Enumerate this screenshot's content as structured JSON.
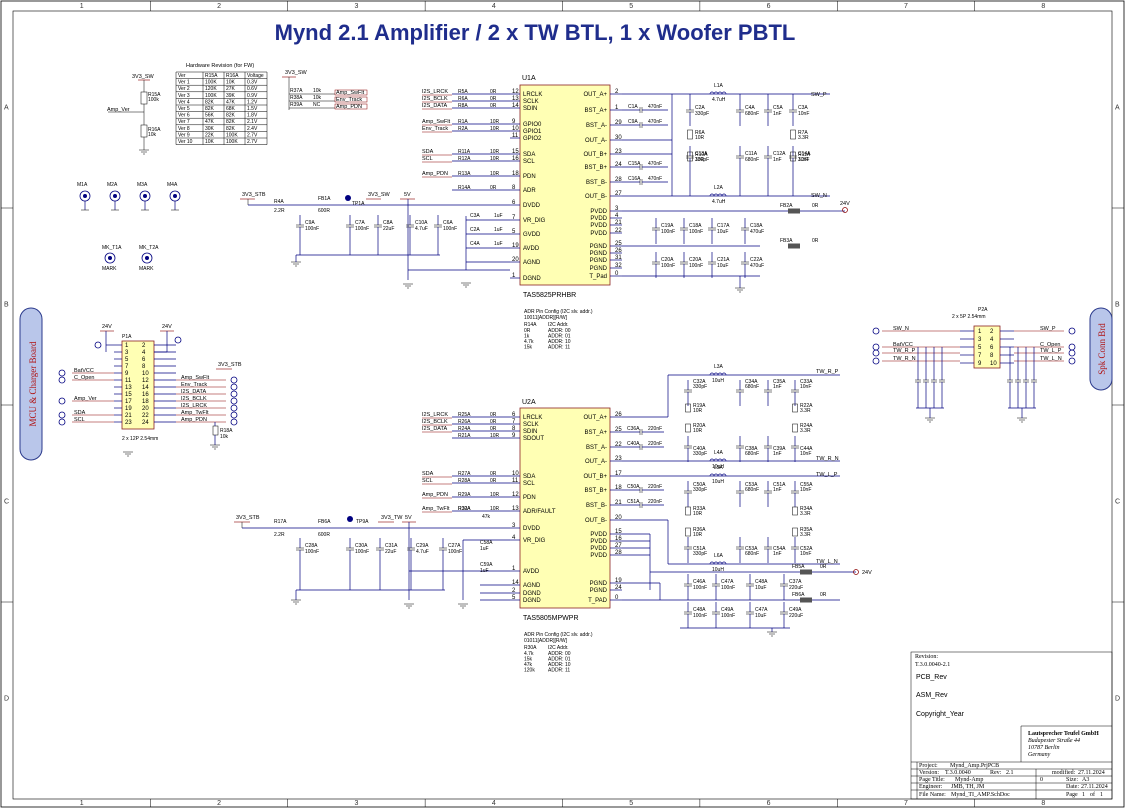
{
  "title": "Mynd 2.1 Amplifier / 2 x TW BTL, 1 x Woofer PBTL",
  "frame": {
    "cols": [
      "1",
      "2",
      "3",
      "4",
      "5",
      "6",
      "7",
      "8"
    ],
    "rows": [
      "A",
      "B",
      "C",
      "D"
    ]
  },
  "hw_table": {
    "caption": "Hardware Revision (for FW)",
    "headers": [
      "Ver",
      "R15A",
      "R16A",
      "Voltage"
    ],
    "rows": [
      [
        "Ver 1",
        "100K",
        "10K",
        "0.3V"
      ],
      [
        "Ver 2",
        "120K",
        "27K",
        "0.6V"
      ],
      [
        "Ver 3",
        "100K",
        "39K",
        "0.9V"
      ],
      [
        "Ver 4",
        "82K",
        "47K",
        "1.2V"
      ],
      [
        "Ver 5",
        "82K",
        "68K",
        "1.5V"
      ],
      [
        "Ver 6",
        "56K",
        "82K",
        "1.8V"
      ],
      [
        "Ver 7",
        "47K",
        "82K",
        "2.1V"
      ],
      [
        "Ver 8",
        "30K",
        "82K",
        "2.4V"
      ],
      [
        "Ver 9",
        "22K",
        "100K",
        "2.7V"
      ],
      [
        "Ver 10",
        "10K",
        "100K",
        "2.7V"
      ]
    ]
  },
  "upper_ic": {
    "ref": "U1A",
    "part": "TAS5825PRHBR",
    "left_pins": [
      {
        "num": "12",
        "name": "LRCLK"
      },
      {
        "num": "13",
        "name": "SCLK"
      },
      {
        "num": "14",
        "name": "SDIN"
      },
      {
        "num": "9",
        "name": "GPIO0"
      },
      {
        "num": "10",
        "name": "GPIO1"
      },
      {
        "num": "11",
        "name": "GPIO2"
      },
      {
        "num": "15",
        "name": "SDA"
      },
      {
        "num": "16",
        "name": "SCL"
      },
      {
        "num": "18",
        "name": "PDN"
      },
      {
        "num": "8",
        "name": "ADR"
      },
      {
        "num": "6",
        "name": "DVDD"
      },
      {
        "num": "7",
        "name": "VR_DIG"
      },
      {
        "num": "5",
        "name": "GVDD"
      },
      {
        "num": "19",
        "name": "AVDD"
      },
      {
        "num": "20",
        "name": "AGND"
      },
      {
        "num": "1",
        "name": "DGND"
      }
    ],
    "right_pins": [
      {
        "num": "2",
        "name": "OUT_A+"
      },
      {
        "num": "1",
        "name": "BST_A+"
      },
      {
        "num": "29",
        "name": "BST_A-"
      },
      {
        "num": "30",
        "name": "OUT_A-"
      },
      {
        "num": "23",
        "name": "OUT_B+"
      },
      {
        "num": "24",
        "name": "BST_B+"
      },
      {
        "num": "28",
        "name": "BST_B-"
      },
      {
        "num": "27",
        "name": "OUT_B-"
      },
      {
        "num": "3",
        "name": "PVDD"
      },
      {
        "num": "4",
        "name": "PVDD"
      },
      {
        "num": "21",
        "name": "PVDD"
      },
      {
        "num": "22",
        "name": "PVDD"
      },
      {
        "num": "25",
        "name": "PGND"
      },
      {
        "num": "26",
        "name": "PGND"
      },
      {
        "num": "31",
        "name": "PGND"
      },
      {
        "num": "32",
        "name": "PGND"
      },
      {
        "num": "0",
        "name": "T_Pad"
      }
    ],
    "left_nets": [
      "I2S_LRCK",
      "I2S_BCLK",
      "I2S_DATA",
      "Amp_SwFlt",
      "Env_Track",
      "SDA",
      "SCL",
      "Amp_PDN"
    ],
    "adr_note": {
      "title": "ADR Pin Config (I2C slv. addr.)",
      "bits": "10011[ADDR][R/W]",
      "header": [
        "R14A",
        "I2C Addr."
      ],
      "rows": [
        [
          "0R",
          "ADDR: 00"
        ],
        [
          "1k",
          "ADDR: 01"
        ],
        [
          "4.7k",
          "ADDR: 10"
        ],
        [
          "15k",
          "ADDR: 11"
        ]
      ]
    }
  },
  "lower_ic": {
    "ref": "U2A",
    "part": "TAS5805MPWPR",
    "left_pins": [
      {
        "num": "6",
        "name": "LRCLK"
      },
      {
        "num": "7",
        "name": "SCLK"
      },
      {
        "num": "8",
        "name": "SDIN"
      },
      {
        "num": "9",
        "name": "SDOUT"
      },
      {
        "num": "10",
        "name": "SDA"
      },
      {
        "num": "11",
        "name": "SCL"
      },
      {
        "num": "12",
        "name": "PDN"
      },
      {
        "num": "13",
        "name": "ADR/FAULT"
      },
      {
        "num": "3",
        "name": "DVDD"
      },
      {
        "num": "4",
        "name": "VR_DIG"
      },
      {
        "num": "1",
        "name": "AVDD"
      },
      {
        "num": "14",
        "name": "AGND"
      },
      {
        "num": "2",
        "name": "DGND"
      },
      {
        "num": "5",
        "name": "DGND"
      }
    ],
    "right_pins": [
      {
        "num": "26",
        "name": "OUT_A+"
      },
      {
        "num": "25",
        "name": "BST_A+"
      },
      {
        "num": "22",
        "name": "BST_A-"
      },
      {
        "num": "23",
        "name": "OUT_A-"
      },
      {
        "num": "17",
        "name": "OUT_B+"
      },
      {
        "num": "18",
        "name": "BST_B+"
      },
      {
        "num": "21",
        "name": "BST_B-"
      },
      {
        "num": "20",
        "name": "OUT_B-"
      },
      {
        "num": "15",
        "name": "PVDD"
      },
      {
        "num": "16",
        "name": "PVDD"
      },
      {
        "num": "27",
        "name": "PVDD"
      },
      {
        "num": "28",
        "name": "PVDD"
      },
      {
        "num": "19",
        "name": "PGND"
      },
      {
        "num": "24",
        "name": "PGND"
      },
      {
        "num": "0",
        "name": "T_PAD"
      }
    ],
    "left_nets": [
      "I2S_LRCK",
      "I2S_BCLK",
      "I2S_DATA",
      "SDA",
      "SCL",
      "Amp_PDN",
      "Amp_TwFlt"
    ],
    "adr_note": {
      "title": "ADR Pin Config (I2C slv. addr.)",
      "bits": "01011[ADDR][R/W]",
      "header": [
        "R30A",
        "I2C Addr."
      ],
      "rows": [
        [
          "4.7k",
          "ADDR: 00"
        ],
        [
          "15k",
          "ADDR: 01"
        ],
        [
          "47k",
          "ADDR: 10"
        ],
        [
          "120k",
          "ADDR: 11"
        ]
      ]
    }
  },
  "left_connector": {
    "label": "MCU & Charger Board",
    "ref": "P1A",
    "part": "2 x 12P 2.54mm",
    "pins_left": [
      "1",
      "3",
      "5",
      "7",
      "9",
      "11",
      "13",
      "15",
      "17",
      "19",
      "21",
      "23"
    ],
    "pins_right": [
      "2",
      "4",
      "6",
      "8",
      "10",
      "12",
      "14",
      "16",
      "18",
      "20",
      "22",
      "24"
    ],
    "nets_left": [
      "BatVCC",
      "C_Open",
      "Amp_Ver",
      "SDA",
      "SCL"
    ],
    "nets_right": [
      "Amp_SwFlt",
      "Env_Track",
      "I2S_DATA",
      "I2S_BCLK",
      "I2S_LRCK",
      "Amp_TwFlt",
      "Amp_PDN"
    ],
    "rails": [
      "24V",
      "24V",
      "3V3_STB"
    ]
  },
  "right_connector": {
    "label": "Spk Conn Brd",
    "ref": "P2A",
    "part": "2 x 5P 2.54mm",
    "pins_left": [
      "1",
      "3",
      "5",
      "7",
      "9"
    ],
    "pins_right": [
      "2",
      "4",
      "6",
      "8",
      "10"
    ],
    "nets_left": [
      "SW_N",
      "BatVCC",
      "TW_R_P",
      "TW_R_N"
    ],
    "nets_right": [
      "SW_P",
      "C_Open",
      "TW_L_P",
      "TW_L_N"
    ]
  },
  "outputs_upper": [
    "SW_P",
    "SW_N"
  ],
  "outputs_lower": [
    "TW_R_P",
    "TW_R_N",
    "TW_L_P",
    "TW_L_N"
  ],
  "rails": [
    "3V3_SW",
    "3V3_STB",
    "24V",
    "3V3_TW"
  ],
  "mark_labels": [
    "MARK",
    "MARK"
  ],
  "revision": {
    "label": "Revision:",
    "value": "T.3.0.0040-2.1",
    "fields": [
      "PCB_Rev",
      "ASM_Rev",
      "Copyright_Year"
    ]
  },
  "company": {
    "name": "Lautsprecher Teufel GmbH",
    "street": "Budapester Straße 44",
    "city": "10787 Berlin",
    "country": "Germany"
  },
  "title_block": {
    "project_label": "Project:",
    "project": "Mynd_Amp.PrjPCB",
    "version_label": "Version:",
    "version": "T.3.0.0040",
    "rev_label": "Rev:",
    "rev": "2.1",
    "modified_label": "modified:",
    "modified": "27.11.2024",
    "page_title_label": "Page Title:",
    "page_title": "Mynd-Amp",
    "size_label": "Size:",
    "size": "A3",
    "engineer_label": "Engineer:",
    "engineer": "JMB, TH, JM",
    "date_label": "Date:",
    "date": "27.11.2024",
    "file_label": "File Name:",
    "file": "Mynd_TI_AMP.SchDoc",
    "page_label": "Page",
    "page": "1",
    "of_label": "of",
    "of": "1"
  }
}
